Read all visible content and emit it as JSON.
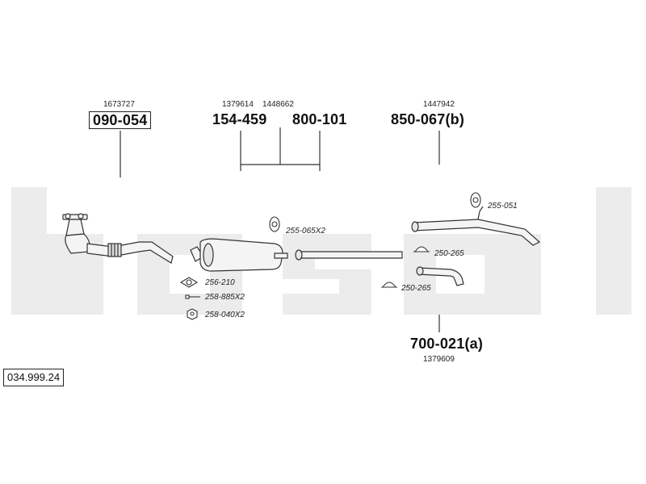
{
  "watermark_text": "bosal",
  "catalog_number": "034.999.24",
  "parts": [
    {
      "oem": "1673727",
      "part_number": "090-054"
    },
    {
      "oem": "1379614",
      "part_number": "154-459"
    },
    {
      "oem": "1448662",
      "part_number": "800-101"
    },
    {
      "oem": "1447942",
      "part_number": "850-067(b)"
    },
    {
      "oem": "1379609",
      "part_number": "700-021(a)"
    }
  ],
  "accessories": [
    {
      "code": "255-065X2"
    },
    {
      "code": "255-051"
    },
    {
      "code": "250-265"
    },
    {
      "code": "250-265"
    },
    {
      "code": "256-210"
    },
    {
      "code": "258-885X2"
    },
    {
      "code": "258-040X2"
    }
  ]
}
